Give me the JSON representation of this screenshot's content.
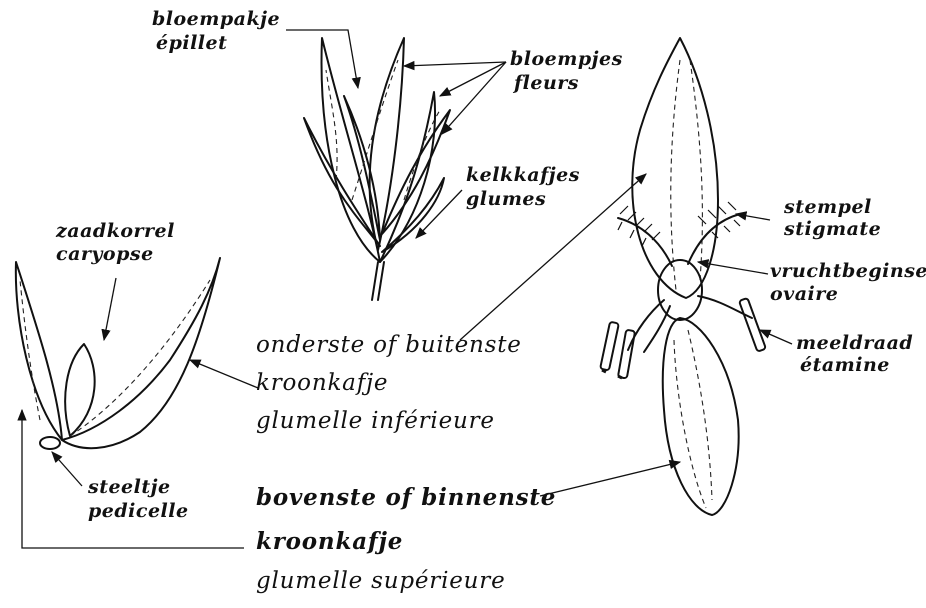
{
  "labels": {
    "spikelet": {
      "nl": "bloempakje",
      "fr": "épillet"
    },
    "flowers": {
      "nl": "bloempjes",
      "fr": "fleurs"
    },
    "glumes": {
      "nl": "kelkkafjes",
      "fr": "glumes"
    },
    "stigma": {
      "nl": "stempel",
      "fr": "stigmate"
    },
    "ovary": {
      "nl": "vruchtbeginsel",
      "fr": "ovaire"
    },
    "stamen": {
      "nl": "meeldraad",
      "fr": "étamine"
    },
    "caryopsis": {
      "nl": "zaadkorrel",
      "fr": "caryopse"
    },
    "pedicel": {
      "nl": "steeltje",
      "fr": "pedicelle"
    },
    "lemma": {
      "nl1": "onderste of buitenste",
      "nl2": "kroonkafje",
      "fr": "glumelle inférieure"
    },
    "palea": {
      "nl1": "bovenste of binnenste",
      "nl2": "kroonkafje",
      "fr": "glumelle supérieure"
    }
  }
}
